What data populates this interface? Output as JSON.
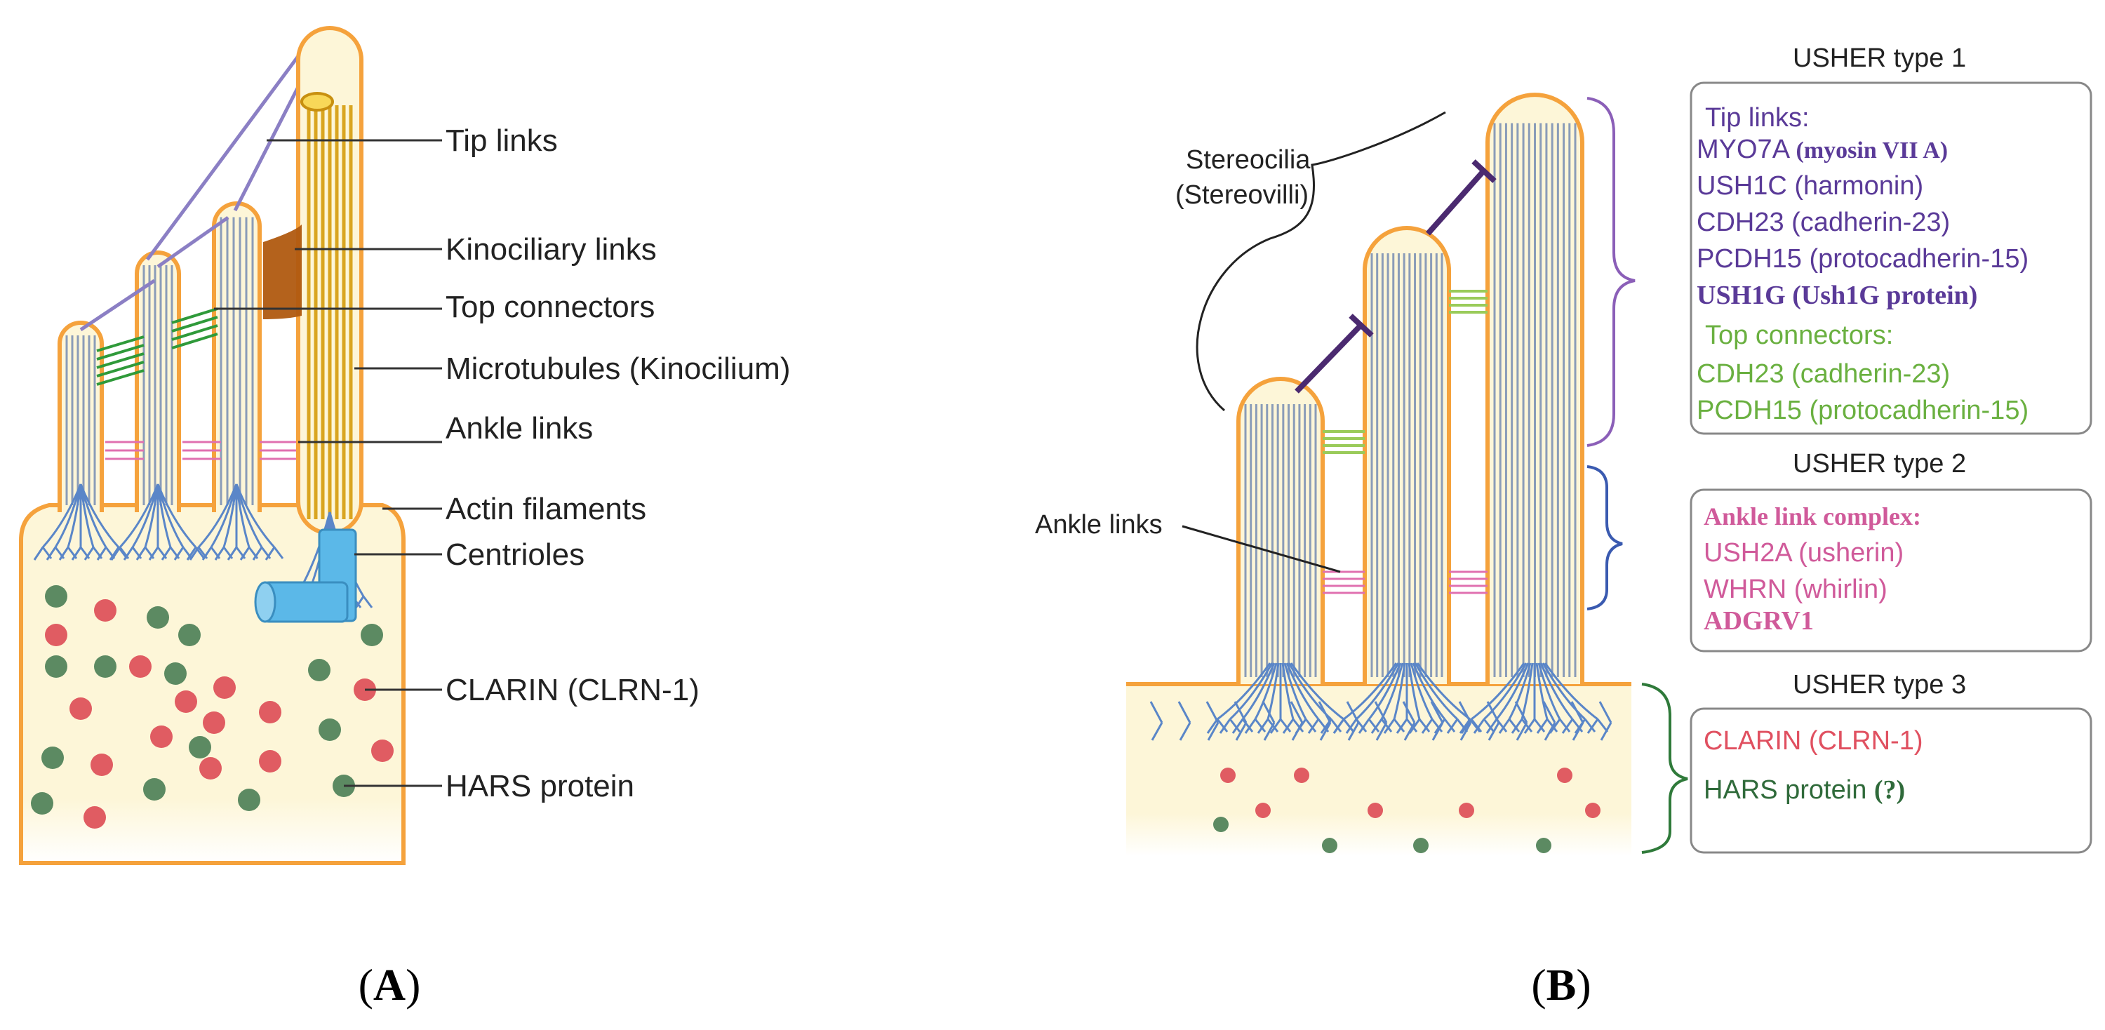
{
  "panel_a": {
    "caption": "A",
    "labels": {
      "tip_links": "Tip links",
      "kinociliary_links": "Kinociliary links",
      "top_connectors": "Top connectors",
      "microtubules": "Microtubules (Kinocilium)",
      "ankle_links": "Ankle links",
      "actin_filaments": "Actin filaments",
      "centrioles": "Centrioles",
      "clarin": "CLARIN (CLRN-1)",
      "hars": "HARS protein"
    }
  },
  "panel_b": {
    "caption": "B",
    "stereocilia_label_1": "Stereocilia",
    "stereocilia_label_2": "(Stereovilli)",
    "ankle_links_label": "Ankle links",
    "usher1": {
      "title": "USHER type 1",
      "tip_heading": "Tip links:",
      "tip_items": [
        {
          "gene": "MYO7A",
          "protein": "(myosin VII A)"
        },
        {
          "gene": "USH1C",
          "protein": "(harmonin)"
        },
        {
          "gene": "CDH23",
          "protein": "(cadherin-23)"
        },
        {
          "gene": "PCDH15",
          "protein": "(protocadherin-15)"
        },
        {
          "gene": "USH1G",
          "protein": "(Ush1G protein)"
        }
      ],
      "top_heading": "Top connectors:",
      "top_items": [
        "CDH23 (cadherin-23)",
        "PCDH15 (protocadherin-15)"
      ]
    },
    "usher2": {
      "title": "USHER type 2",
      "heading": "Ankle link complex:",
      "items": [
        "USH2A (usherin)",
        "WHRN (whirlin)",
        "ADGRV1"
      ]
    },
    "usher3": {
      "title": "USHER type 3",
      "clarin": "CLARIN (CLRN-1)",
      "hars": "HARS protein ",
      "hars_q": "(?)"
    }
  },
  "colors": {
    "cell_fill": "#fdf6d8",
    "membrane": "#f5a23c",
    "filament": "#8a9cb8",
    "tip_link_a": "#8b7fc4",
    "tip_link_b": "#4b2a70",
    "top_connector_a": "#2f9a3a",
    "top_connector_b": "#9acb5a",
    "ankle_link": "#e070b0",
    "kinocilium": "#f0c030",
    "kinociliary_link": "#b05a10",
    "centriole": "#5bb8e8",
    "actin": "#5a86c8",
    "red_dot": "#e05c62",
    "green_dot": "#5c8a62",
    "usher1_text": "#5a3a98",
    "usher1_green": "#6ab040",
    "usher2_text": "#d05a9a",
    "usher3_red": "#e05060",
    "usher3_green": "#2f6a3a",
    "box_border": "#888888"
  }
}
